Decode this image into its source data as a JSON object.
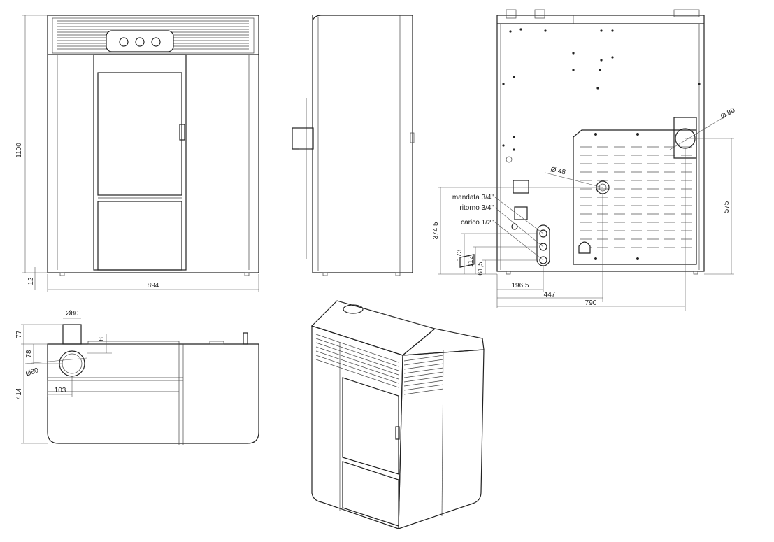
{
  "front": {
    "height": "1100",
    "foot": "12",
    "width": "894"
  },
  "back": {
    "flue_dia": "Ø 80",
    "outlet_dia": "Ø 48",
    "height_575": "575",
    "height_3745": "374,5",
    "h173": "173",
    "h112": "112",
    "h615": "61,5",
    "w1965": "196,5",
    "w447": "447",
    "w790": "790",
    "mandata": "mandata 3/4\"",
    "ritorno": "ritorno 3/4\"",
    "carico": "carico 1/2\""
  },
  "top": {
    "flue_dia": "Ø80",
    "side_dia": "Ø80",
    "d77": "77",
    "d8": "8",
    "d78": "78",
    "d414": "414",
    "d103": "103"
  }
}
